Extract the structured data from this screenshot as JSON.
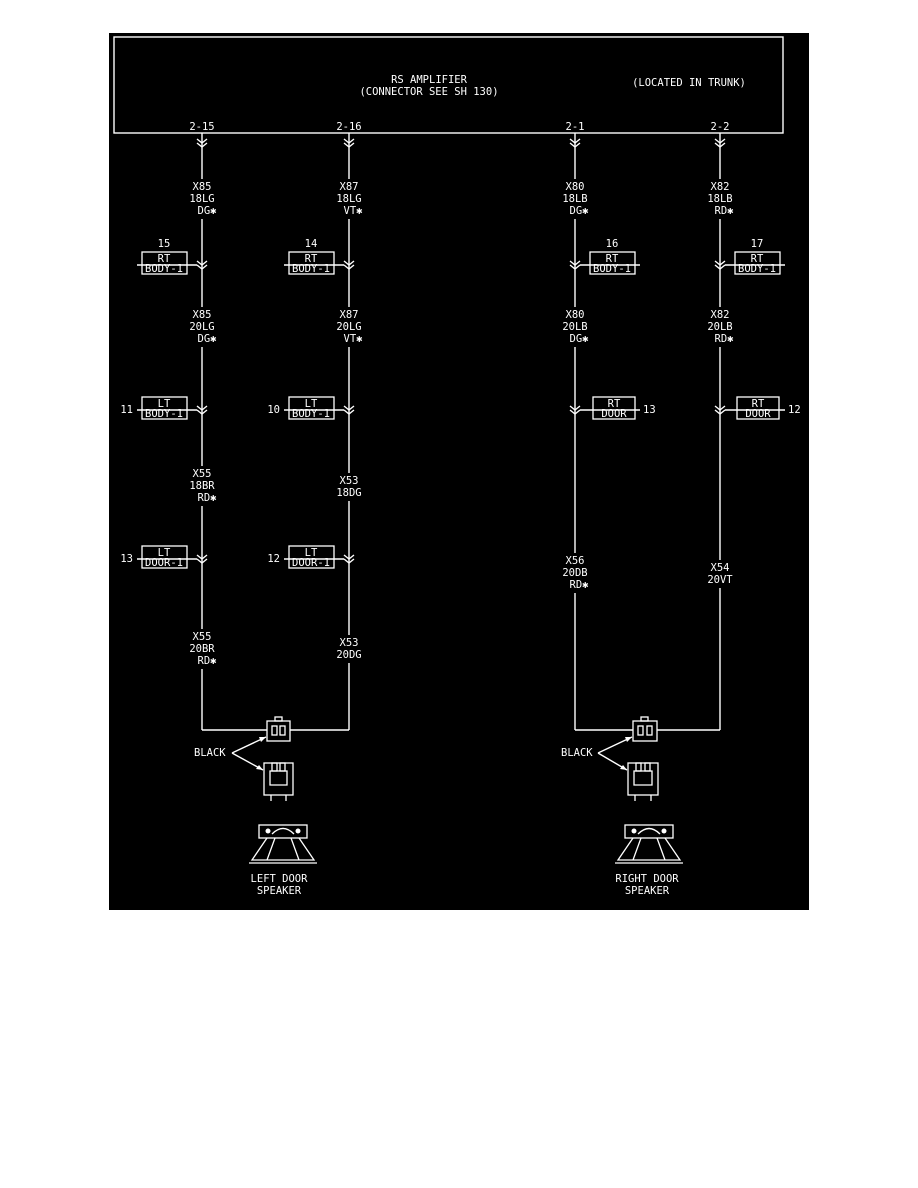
{
  "amplifier": {
    "title": "RS AMPLIFIER",
    "subtitle": "(CONNECTOR SEE SH 130)",
    "location": "(LOCATED IN TRUNK)"
  },
  "cavities": [
    "2-15",
    "2-16",
    "2-1",
    "2-2"
  ],
  "circuits": {
    "c1_seg1": [
      "X85",
      "18LG",
      "DG✱"
    ],
    "c2_seg1": [
      "X87",
      "18LG",
      "VT✱"
    ],
    "c3_seg1": [
      "X80",
      "18LB",
      "DG✱"
    ],
    "c4_seg1": [
      "X82",
      "18LB",
      "RD✱"
    ],
    "c1_seg2": [
      "X85",
      "20LG",
      "DG✱"
    ],
    "c2_seg2": [
      "X87",
      "20LG",
      "VT✱"
    ],
    "c3_seg2": [
      "X80",
      "20LB",
      "DG✱"
    ],
    "c4_seg2": [
      "X82",
      "20LB",
      "RD✱"
    ],
    "c1_seg3": [
      "X55",
      "18BR",
      "RD✱"
    ],
    "c2_seg3": [
      "X53",
      "18DG"
    ],
    "c3_seg3": [
      "X56",
      "20DB",
      "RD✱"
    ],
    "c4_seg3": [
      "X54",
      "20VT"
    ],
    "c1_seg4": [
      "X55",
      "20BR",
      "RD✱"
    ],
    "c2_seg4": [
      "X53",
      "20DG"
    ]
  },
  "connectors": {
    "rt_body_15": {
      "pin": "15",
      "lines": [
        "RT",
        "BODY-1"
      ]
    },
    "rt_body_14": {
      "pin": "14",
      "lines": [
        "RT",
        "BODY-1"
      ]
    },
    "rt_body_16": {
      "pin": "16",
      "lines": [
        "RT",
        "BODY-1"
      ]
    },
    "rt_body_17": {
      "pin": "17",
      "lines": [
        "RT",
        "BODY-1"
      ]
    },
    "lt_body_11": {
      "pin": "11",
      "lines": [
        "LT",
        "BODY-1"
      ]
    },
    "lt_body_10": {
      "pin": "10",
      "lines": [
        "LT",
        "BODY-1"
      ]
    },
    "rt_door_13": {
      "pin": "13",
      "lines": [
        "RT",
        "DOOR"
      ]
    },
    "rt_door_12": {
      "pin": "12",
      "lines": [
        "RT",
        "DOOR"
      ]
    },
    "lt_door_13": {
      "pin": "13",
      "lines": [
        "LT",
        "DOOR-1"
      ]
    },
    "lt_door_12": {
      "pin": "12",
      "lines": [
        "LT",
        "DOOR-1"
      ]
    }
  },
  "connector_color_left": "BLACK",
  "connector_color_right": "BLACK",
  "left_speaker": [
    "LEFT DOOR",
    "SPEAKER"
  ],
  "right_speaker": [
    "RIGHT DOOR",
    "SPEAKER"
  ],
  "colors": {
    "background": "#000000",
    "line": "#ffffff",
    "page": "#ffffff"
  }
}
